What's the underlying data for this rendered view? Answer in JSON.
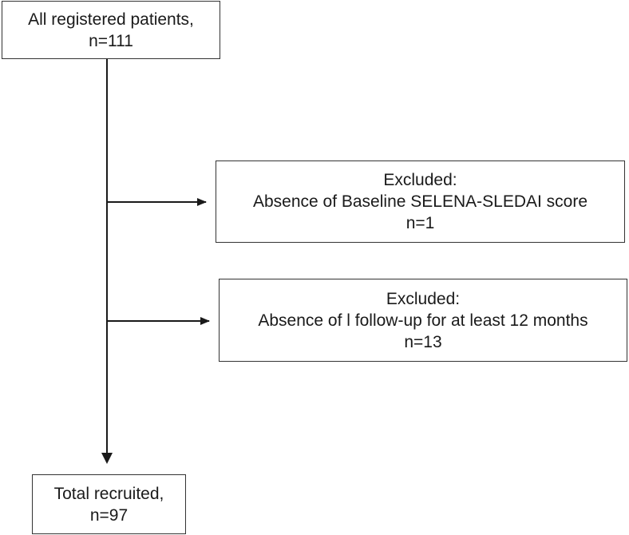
{
  "flowchart": {
    "registered": {
      "line1": "All registered patients,",
      "line2": "n=111"
    },
    "exclusion_1": {
      "line1": "Excluded:",
      "line2": "Absence of Baseline SELENA-SLEDAI score",
      "line3": "n=1"
    },
    "exclusion_2": {
      "line1": "Excluded:",
      "line2": "Absence of l follow-up for at least 12 months",
      "line3": "n=13"
    },
    "recruited": {
      "line1": "Total recruited,",
      "line2": "n=97"
    }
  },
  "colors": {
    "line": "#1a1a1a",
    "box_border": "#333333",
    "text": "#1a1a1a",
    "background": "#ffffff"
  }
}
